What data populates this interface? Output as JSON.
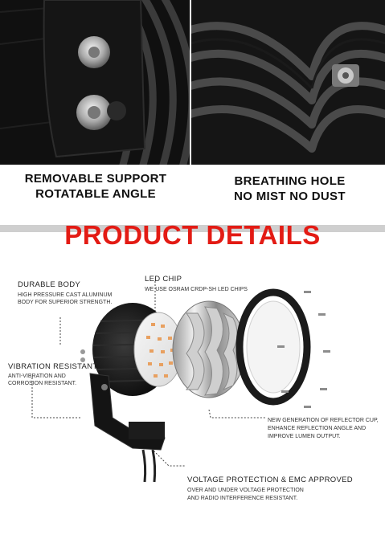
{
  "top_captions": {
    "left_line1": "REMOVABLE SUPPORT",
    "left_line2": "ROTATABLE ANGLE",
    "right_line1": "BREATHING HOLE",
    "right_line2": "NO MIST NO DUST"
  },
  "headline": "PRODUCT DETAILS",
  "callouts": {
    "led_chip": {
      "title": "LED CHIP",
      "desc": "WE USE OSRAM CRDP-SH LED CHIPS"
    },
    "durable_body": {
      "title": "DURABLE BODY",
      "desc1": "HIGH PRESSURE CAST ALUMINUM",
      "desc2": "BODY FOR SUPERIOR STRENGTH."
    },
    "vibration": {
      "title": "VIBRATION RESISTANT",
      "desc1": "ANTI-VIBRATION AND",
      "desc2": "CORROSION RESISTANT."
    },
    "reflector": {
      "desc1": "NEW GENERATION OF REFLECTOR CUP,",
      "desc2": "ENHANCE REFLECTION ANGLE AND",
      "desc3": "IMPROVE LUMEN OUTPUT."
    },
    "voltage": {
      "title": "VOLTAGE PROTECTION & EMC APPROVED",
      "desc1": "OVER AND UNDER VOLTAGE PROTECTION",
      "desc2": "AND RADIO INTERFERENCE RESISTANT."
    }
  },
  "colors": {
    "headline_red": "#e31b14",
    "band_gray": "#cfcfcf",
    "housing_black": "#1b1b1b"
  }
}
